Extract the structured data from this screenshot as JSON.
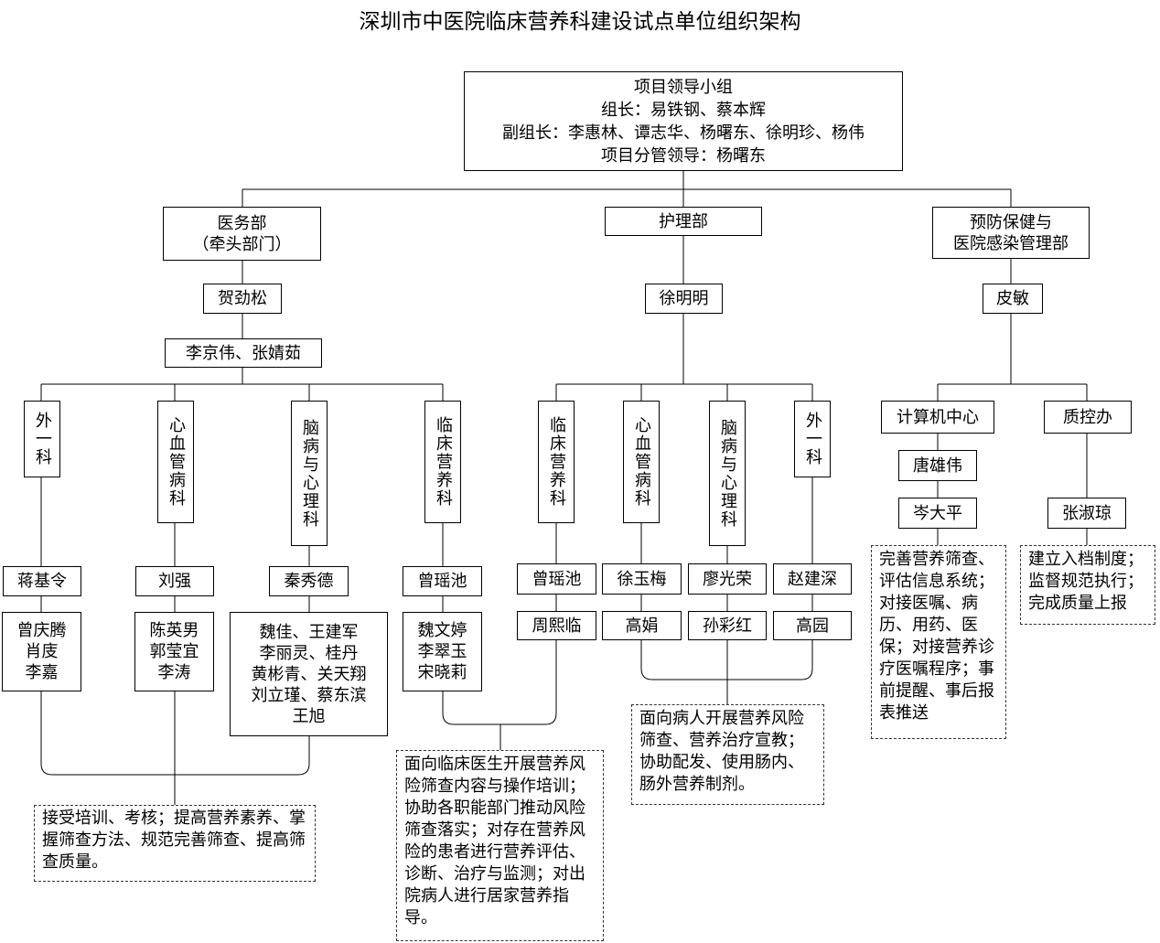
{
  "title": "深圳市中医院临床营养科建设试点单位组织架构",
  "leadership": {
    "heading": "项目领导小组",
    "leaders": "组长：易铁钢、蔡本辉",
    "deputies": "副组长：李惠林、谭志华、杨曙东、徐明珍、杨伟",
    "project_lead": "项目分管领导：杨曙东"
  },
  "departments": {
    "medical": "医务部\n（牵头部门）",
    "nursing": "护理部",
    "prevention": "预防保健与\n医院感染管理部"
  },
  "heads": {
    "medical": "贺劲松",
    "nursing": "徐明明",
    "prevention": "皮敏"
  },
  "medical_deputies": "李京伟、张婧茹",
  "medical_units": [
    {
      "name": "外一科",
      "lead": "蒋基令",
      "members": "曾庆腾\n肖庋\n李嘉"
    },
    {
      "name": "心血管病科",
      "lead": "刘强",
      "members": "陈英男\n郭莹宜\n李涛"
    },
    {
      "name": "脑病与心理科",
      "lead": "秦秀德",
      "members": "魏佳、王建军\n李丽灵、桂丹\n黄彬青、关天翔\n刘立瑾、蔡东滨\n王旭"
    },
    {
      "name": "临床营养科",
      "lead": "曾瑶池",
      "members": "魏文婷\n李翠玉\n宋晓莉"
    }
  ],
  "nursing_units": [
    {
      "name": "临床营养科",
      "lead": "曾瑶池",
      "member": "周熙临"
    },
    {
      "name": "心血管病科",
      "lead": "徐玉梅",
      "member": "高娟"
    },
    {
      "name": "脑病与心理科",
      "lead": "廖光荣",
      "member": "孙彩红"
    },
    {
      "name": "外一科",
      "lead": "赵建深",
      "member": "高园"
    }
  ],
  "prevention_units": [
    {
      "name": "计算机中心",
      "lead": "唐雄伟",
      "member": "岑大平"
    },
    {
      "name": "质控办",
      "lead": "张淑琼"
    }
  ],
  "notes": {
    "clinical_depts": "接受培训、考核；提高营养素养、掌握筛查方法、规范完善筛查、提高筛查质量。",
    "nutrition": "面向临床医生开展营养风险筛查内容与操作培训；协助各职能部门推动风险筛查落实；对存在营养风险的患者进行营养评估、诊断、治疗与监测；对出院病人进行居家营养指导。",
    "nursing": "面向病人开展营养风险筛查、营养治疗宣教；协助配发、使用肠内、肠外营养制剂。",
    "computer": "完善营养筛查、评估信息系统；对接医嘱、病历、用药、医保；对接营养诊疗医嘱程序；事前提醒、事后报表推送",
    "quality": "建立入档制度；监督规范执行；完成质量上报"
  }
}
